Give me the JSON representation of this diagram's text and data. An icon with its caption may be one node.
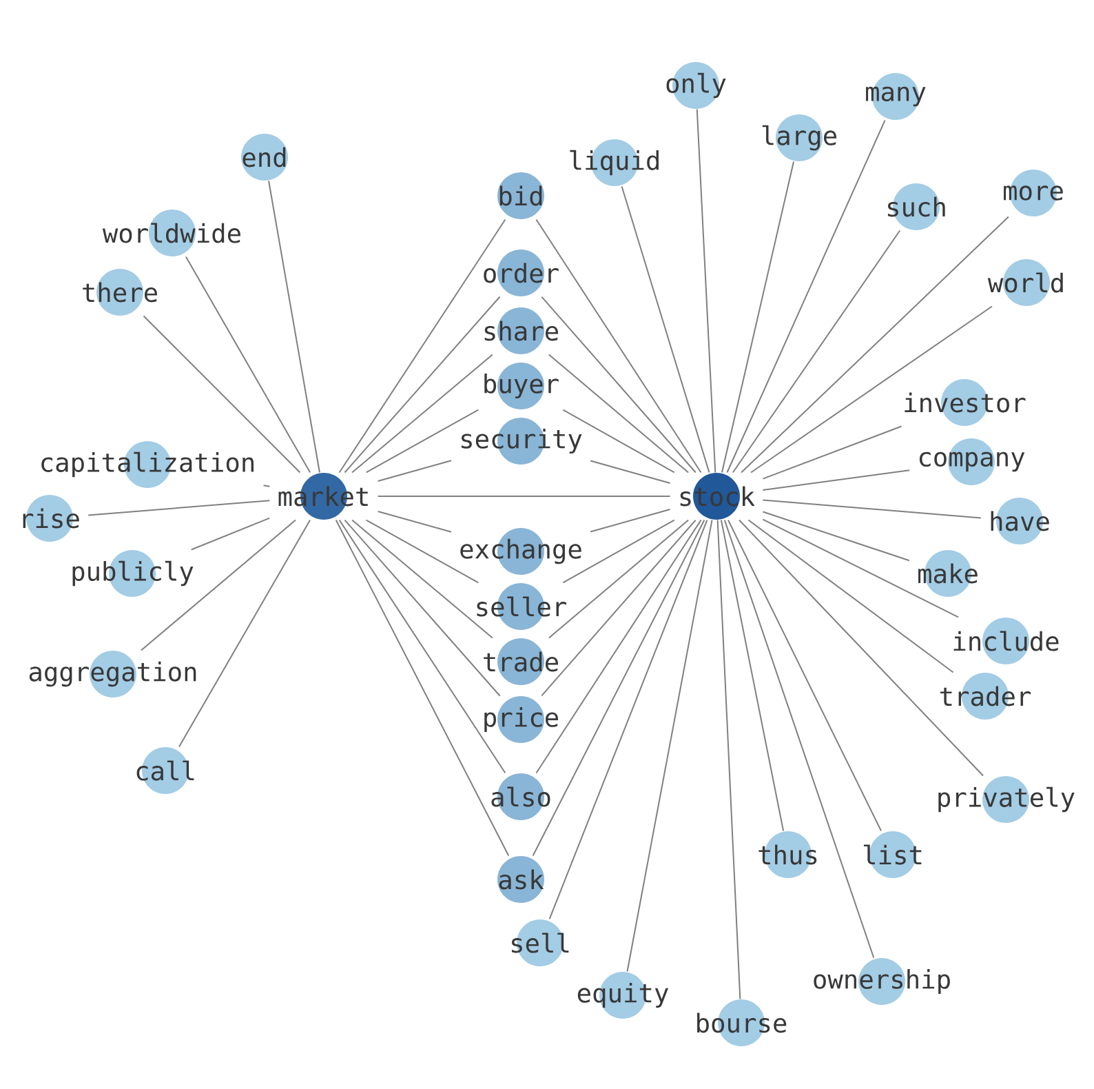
{
  "diagram": {
    "nodes": [
      {
        "text": [
          "only"
        ]
      },
      {
        "text": [
          "end"
        ]
      },
      {
        "text": [
          "liquid"
        ]
      },
      {
        "text": [
          "worldwide"
        ]
      },
      {
        "text": [
          "many"
        ]
      },
      {
        "text": [
          "world"
        ]
      },
      {
        "text": [
          "such"
        ]
      },
      {
        "text": [
          "bid"
        ]
      },
      {
        "text": [
          "there"
        ]
      },
      {
        "text": [
          "large"
        ]
      },
      {
        "text": [
          "order"
        ]
      },
      {
        "text": [
          "share"
        ]
      },
      {
        "text": [
          "capitalization"
        ]
      },
      {
        "text": [
          "buyer"
        ]
      },
      {
        "text": [
          "company"
        ]
      },
      {
        "text": [
          "investor"
        ]
      },
      {
        "text": [
          "rise"
        ]
      },
      {
        "text": [
          "market"
        ]
      },
      {
        "text": [
          "have"
        ]
      },
      {
        "text": [
          "security"
        ]
      },
      {
        "text": [
          "exchange"
        ]
      },
      {
        "text": [
          "stock"
        ]
      },
      {
        "text": [
          "make"
        ]
      },
      {
        "text": [
          "seller"
        ]
      },
      {
        "text": [
          "trade"
        ]
      },
      {
        "text": [
          "aggregation"
        ]
      },
      {
        "text": [
          "include"
        ]
      },
      {
        "text": [
          "publicly"
        ]
      },
      {
        "text": [
          "more"
        ]
      },
      {
        "text": [
          "also"
        ]
      },
      {
        "text": [
          "price"
        ]
      },
      {
        "text": [
          "trader"
        ]
      },
      {
        "text": [
          "ask"
        ]
      },
      {
        "text": [
          "call"
        ]
      },
      {
        "text": [
          "privately"
        ]
      },
      {
        "text": [
          "thus"
        ]
      },
      {
        "text": [
          "list"
        ]
      },
      {
        "text": [
          "sell"
        ]
      },
      {
        "text": [
          "bourse"
        ]
      },
      {
        "text": [
          "ownership"
        ]
      },
      {
        "text": [
          "equity"
        ]
      }
    ],
    "edges": [
      {
        "from": 17,
        "to": 1,
        "arrow": "none"
      },
      {
        "from": 17,
        "to": 3,
        "arrow": "none"
      },
      {
        "from": 17,
        "to": 8,
        "arrow": "none"
      },
      {
        "from": 17,
        "to": 12,
        "arrow": "none"
      },
      {
        "from": 17,
        "to": 16,
        "arrow": "none"
      },
      {
        "from": 17,
        "to": 27,
        "arrow": "none"
      },
      {
        "from": 17,
        "to": 25,
        "arrow": "none"
      },
      {
        "from": 17,
        "to": 33,
        "arrow": "none"
      },
      {
        "from": 17,
        "to": 7,
        "arrow": "none"
      },
      {
        "from": 17,
        "to": 10,
        "arrow": "none"
      },
      {
        "from": 17,
        "to": 11,
        "arrow": "none"
      },
      {
        "from": 17,
        "to": 13,
        "arrow": "none"
      },
      {
        "from": 17,
        "to": 19,
        "arrow": "none"
      },
      {
        "from": 17,
        "to": 20,
        "arrow": "none"
      },
      {
        "from": 17,
        "to": 23,
        "arrow": "none"
      },
      {
        "from": 17,
        "to": 24,
        "arrow": "none"
      },
      {
        "from": 17,
        "to": 30,
        "arrow": "none"
      },
      {
        "from": 17,
        "to": 29,
        "arrow": "none"
      },
      {
        "from": 17,
        "to": 32,
        "arrow": "none"
      },
      {
        "from": 17,
        "to": 21,
        "arrow": "none"
      },
      {
        "from": 21,
        "to": 0,
        "arrow": "none"
      },
      {
        "from": 21,
        "to": 2,
        "arrow": "none"
      },
      {
        "from": 21,
        "to": 4,
        "arrow": "none"
      },
      {
        "from": 21,
        "to": 9,
        "arrow": "none"
      },
      {
        "from": 21,
        "to": 6,
        "arrow": "none"
      },
      {
        "from": 21,
        "to": 5,
        "arrow": "none"
      },
      {
        "from": 21,
        "to": 15,
        "arrow": "none"
      },
      {
        "from": 21,
        "to": 14,
        "arrow": "none"
      },
      {
        "from": 21,
        "to": 18,
        "arrow": "none"
      },
      {
        "from": 21,
        "to": 22,
        "arrow": "none"
      },
      {
        "from": 21,
        "to": 26,
        "arrow": "none"
      },
      {
        "from": 21,
        "to": 28,
        "arrow": "none"
      },
      {
        "from": 21,
        "to": 31,
        "arrow": "none"
      },
      {
        "from": 21,
        "to": 34,
        "arrow": "none"
      },
      {
        "from": 21,
        "to": 35,
        "arrow": "none"
      },
      {
        "from": 21,
        "to": 36,
        "arrow": "none"
      },
      {
        "from": 21,
        "to": 37,
        "arrow": "none"
      },
      {
        "from": 21,
        "to": 38,
        "arrow": "none"
      },
      {
        "from": 21,
        "to": 39,
        "arrow": "none"
      },
      {
        "from": 21,
        "to": 40,
        "arrow": "none"
      },
      {
        "from": 21,
        "to": 7,
        "arrow": "none"
      },
      {
        "from": 21,
        "to": 10,
        "arrow": "none"
      },
      {
        "from": 21,
        "to": 11,
        "arrow": "none"
      },
      {
        "from": 21,
        "to": 13,
        "arrow": "none"
      },
      {
        "from": 21,
        "to": 19,
        "arrow": "none"
      },
      {
        "from": 21,
        "to": 20,
        "arrow": "none"
      },
      {
        "from": 21,
        "to": 23,
        "arrow": "none"
      },
      {
        "from": 21,
        "to": 24,
        "arrow": "none"
      },
      {
        "from": 21,
        "to": 30,
        "arrow": "none"
      },
      {
        "from": 21,
        "to": 29,
        "arrow": "none"
      },
      {
        "from": 21,
        "to": 32,
        "arrow": "none"
      }
    ]
  }
}
